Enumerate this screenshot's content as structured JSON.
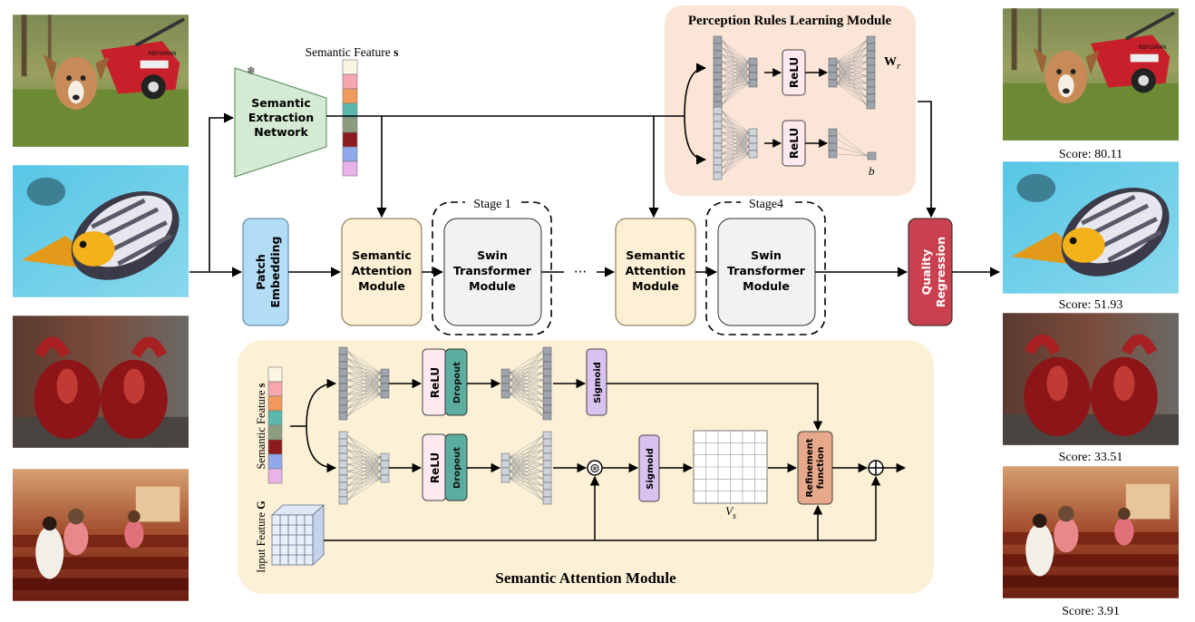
{
  "input_images": [
    {
      "name": "dog-with-lawnmower",
      "badge": "RBFISMAN"
    },
    {
      "name": "butterflyfish"
    },
    {
      "name": "blurry-red-figurines"
    },
    {
      "name": "motion-blur-children"
    }
  ],
  "output_images": [
    {
      "name": "dog-with-lawnmower",
      "badge": "RBFISMAN",
      "score_label": "Score: 80.11",
      "score": 80.11
    },
    {
      "name": "butterflyfish",
      "score_label": "Score: 51.93",
      "score": 51.93
    },
    {
      "name": "blurry-red-figurines",
      "score_label": "Score: 33.51",
      "score": 33.51
    },
    {
      "name": "motion-blur-children",
      "score_label": "Score: 3.91",
      "score": 3.91
    }
  ],
  "semantic_feature_label": "Semantic Feature",
  "semantic_feature_symbol": "s",
  "frozen_icon": "snowflake-icon",
  "sen": [
    "Semantic",
    "Extraction",
    "Network"
  ],
  "patch": [
    "Patch",
    "Embedding"
  ],
  "sam": [
    "Semantic",
    "Attention",
    "Module"
  ],
  "swin": [
    "Swin",
    "Transformer",
    "Module"
  ],
  "stage1": "Stage 1",
  "stage4": "Stage4",
  "ellipsis": "···",
  "qr": [
    "Quality",
    "Regression"
  ],
  "prl": {
    "title": "Perception Rules Learning Module",
    "relu": "ReLU",
    "w_symbol": "W",
    "w_sub": "r",
    "b_symbol": "b"
  },
  "sam_detail": {
    "title": "Semantic Attention Module",
    "semantic_feature_label": "Semantic Feature",
    "semantic_feature_symbol": "s",
    "input_feature_label": "Input Feature",
    "input_feature_symbol": "G",
    "relu": "ReLU",
    "dropout": "Dropout",
    "sigmoid": "Sigmoid",
    "refine": [
      "Refinement",
      "function"
    ],
    "vs_symbol": "V",
    "vs_sub": "s",
    "multiply_symbol": "⊛",
    "add_symbol": "⊕"
  },
  "colors": {
    "feature_vector": [
      "#fbf5e4",
      "#f5a6ae",
      "#f19a5c",
      "#5bb8ad",
      "#8c9d7e",
      "#8b1b1f",
      "#8fa9ec",
      "#e9b2e8"
    ],
    "sen_fill": "#d5ead2",
    "sen_stroke": "#6a9a68",
    "patch_fill": "#b3dcf5",
    "sam_fill": "#fdf0d4",
    "swin_fill": "#f2f2f2",
    "qr_fill": "#c9404f",
    "prl_bg": "#fbe5d6",
    "sam_bg": "#fcf1d7",
    "relu_fill": "#fde9ee",
    "dropout_fill": "#5bada0",
    "sigmoid_fill": "#d8c2f0",
    "refine_fill": "#e7a98b",
    "neuron_dark": "#9fa5ae",
    "neuron_light": "#cdd3db"
  }
}
